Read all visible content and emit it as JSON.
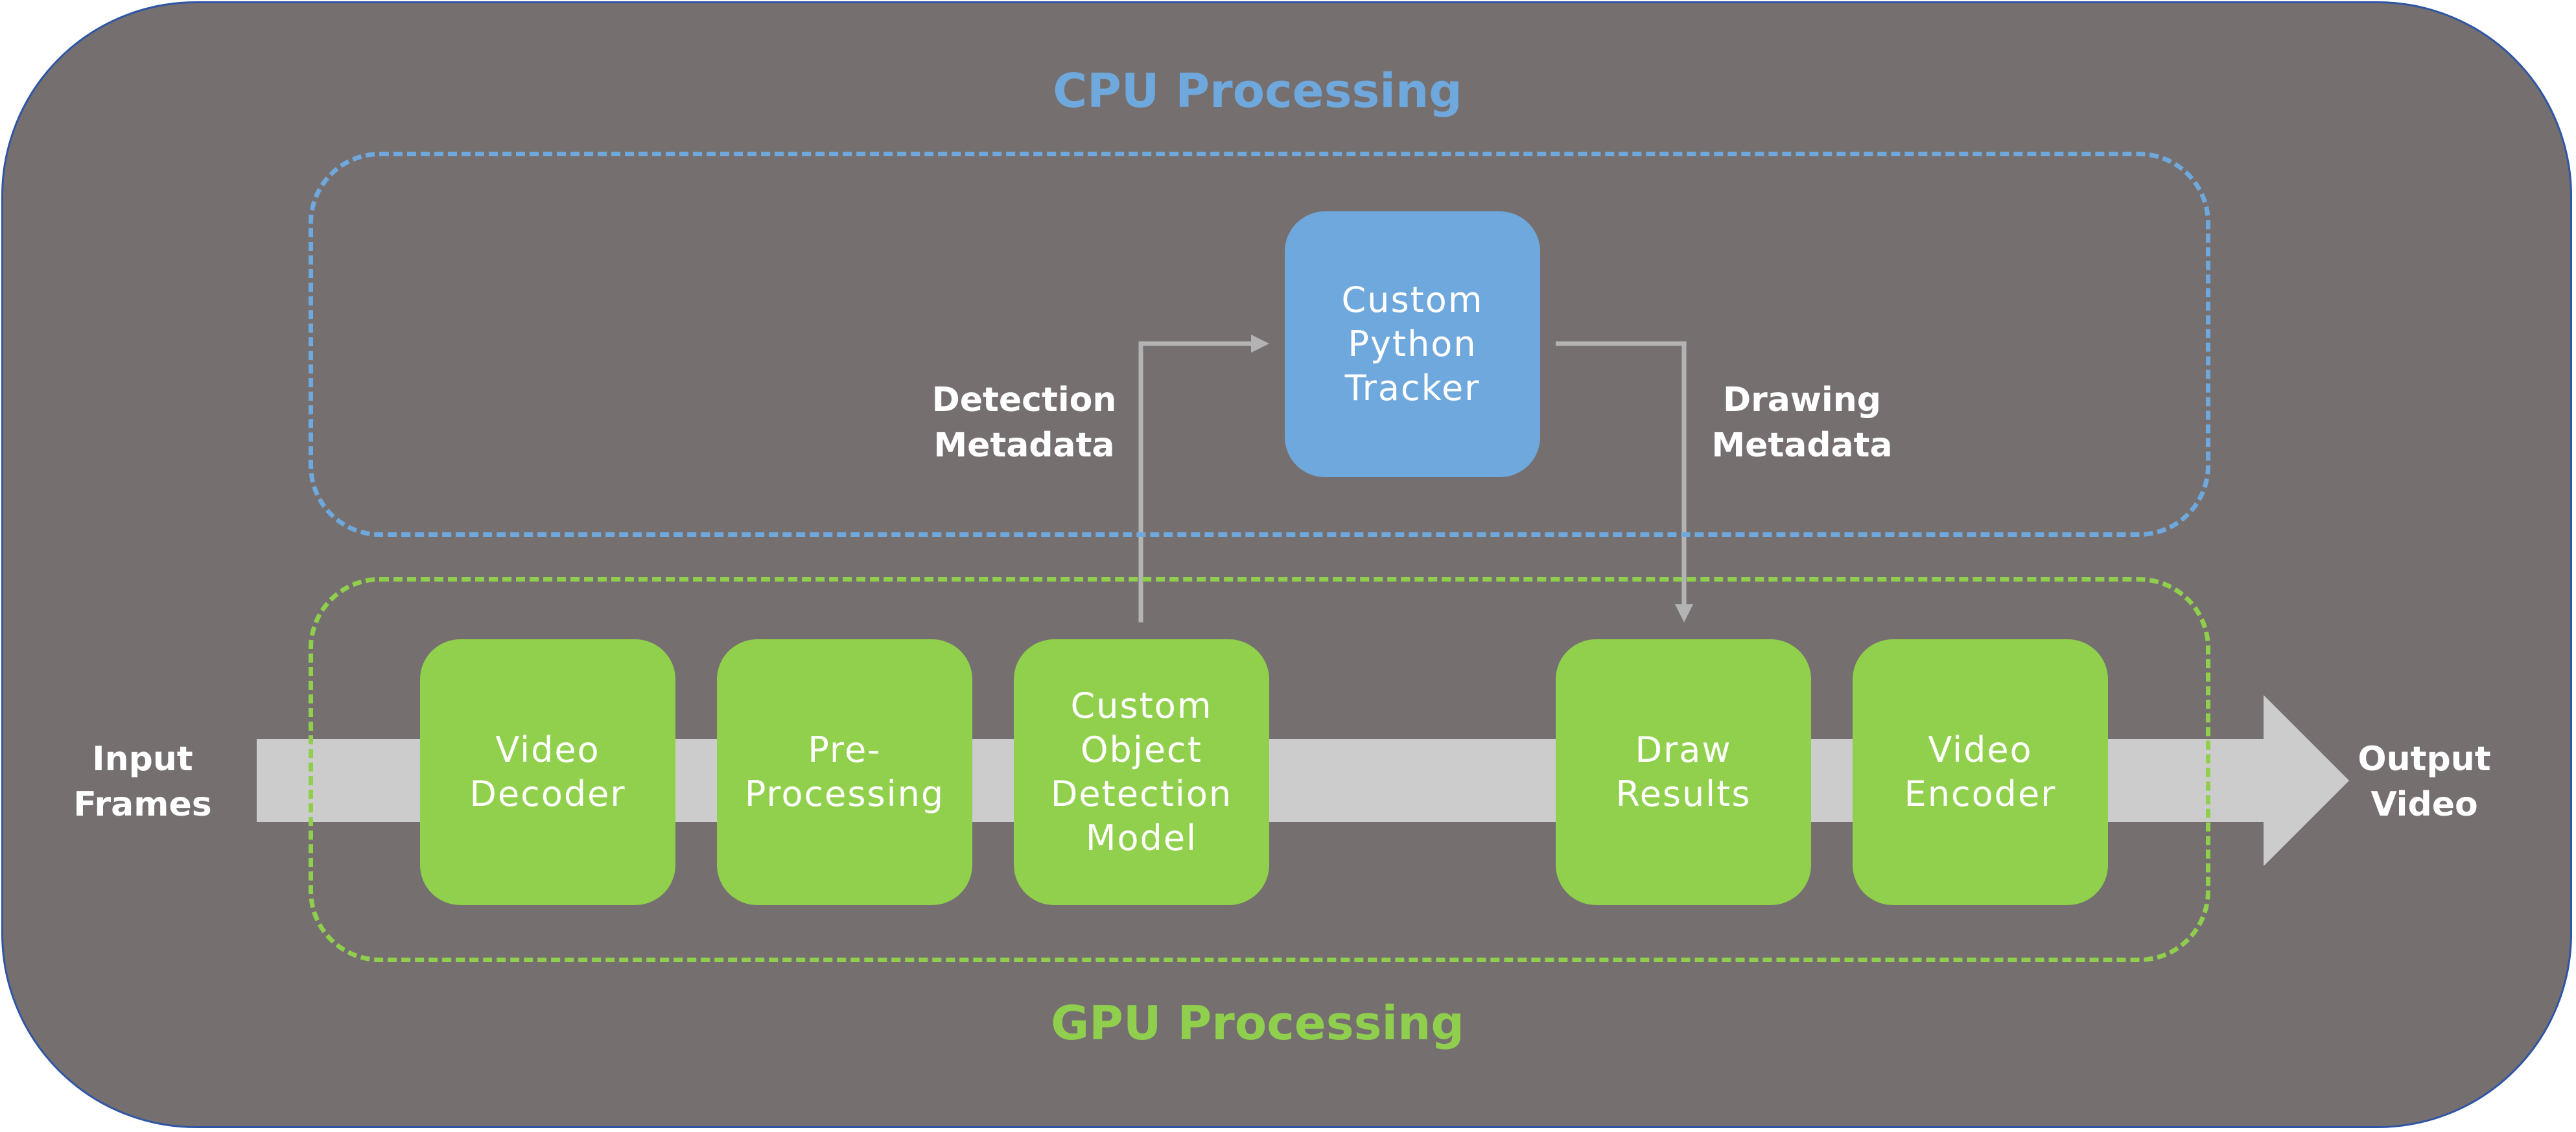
{
  "zones": {
    "cpu_title": "CPU Processing",
    "gpu_title": "GPU Processing"
  },
  "io": {
    "input": "Input\nFrames",
    "output": "Output\nVideo"
  },
  "gpu_blocks": [
    {
      "label": "Video\nDecoder"
    },
    {
      "label": "Pre-\nProcessing"
    },
    {
      "label": "Custom\nObject\nDetection\nModel"
    },
    {
      "label": "Draw\nResults"
    },
    {
      "label": "Video\nEncoder"
    }
  ],
  "cpu_block": {
    "label": "Custom\nPython\nTracker"
  },
  "edges": {
    "detection_metadata": "Detection\nMetadata",
    "drawing_metadata": "Drawing\nMetadata"
  },
  "colors": {
    "background": "#75706f",
    "border": "#2f55a4",
    "cpu": "#6fa8dc",
    "gpu": "#91d04c",
    "flow_arrow": "#cccccc",
    "connector": "#b3b3b3"
  }
}
